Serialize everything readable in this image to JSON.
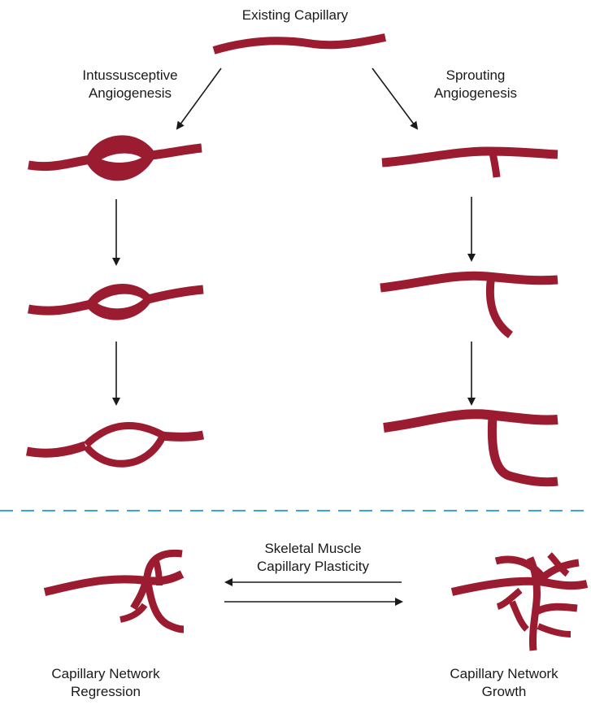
{
  "labels": {
    "existing_capillary": "Existing Capillary",
    "intussusceptive": "Intussusceptive\nAngiogenesis",
    "sprouting": "Sprouting\nAngiogenesis",
    "plasticity": "Skeletal Muscle\nCapillary Plasticity",
    "regression": "Capillary Network\nRegression",
    "growth": "Capillary Network\nGrowth"
  },
  "colors": {
    "vessel": "#9b1c31",
    "arrow": "#1a1a1a",
    "divider": "#3aa6d8",
    "background": "#ffffff"
  }
}
